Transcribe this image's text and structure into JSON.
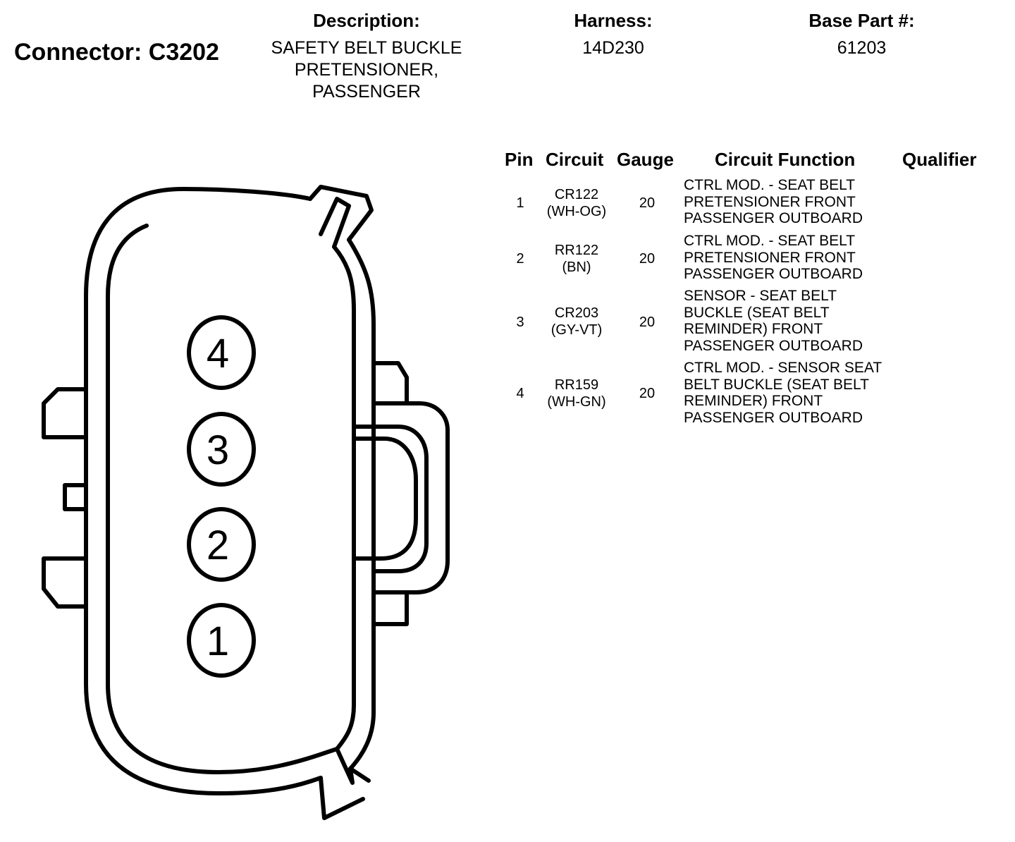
{
  "connector": {
    "title": "Connector: C3202"
  },
  "header": {
    "description_label": "Description:",
    "description_lines": [
      "SAFETY BELT BUCKLE",
      "PRETENSIONER,",
      "PASSENGER"
    ],
    "harness_label": "Harness:",
    "harness_value": "14D230",
    "base_part_label": "Base Part #:",
    "base_part_value": "61203"
  },
  "table": {
    "headers": {
      "pin": "Pin",
      "circuit": "Circuit",
      "gauge": "Gauge",
      "function": "Circuit Function",
      "qualifier": "Qualifier"
    },
    "rows": [
      {
        "pin": "1",
        "circuit": "CR122",
        "color": "(WH-OG)",
        "gauge": "20",
        "function": [
          "CTRL MOD. - SEAT BELT",
          "PRETENSIONER FRONT",
          "PASSENGER OUTBOARD"
        ],
        "qualifier": ""
      },
      {
        "pin": "2",
        "circuit": "RR122",
        "color": "(BN)",
        "gauge": "20",
        "function": [
          "CTRL MOD. - SEAT BELT",
          "PRETENSIONER FRONT",
          "PASSENGER OUTBOARD"
        ],
        "qualifier": ""
      },
      {
        "pin": "3",
        "circuit": "CR203",
        "color": "(GY-VT)",
        "gauge": "20",
        "function": [
          "SENSOR - SEAT BELT",
          "BUCKLE (SEAT BELT",
          "REMINDER) FRONT",
          "PASSENGER OUTBOARD"
        ],
        "qualifier": ""
      },
      {
        "pin": "4",
        "circuit": "RR159",
        "color": "(WH-GN)",
        "gauge": "20",
        "function": [
          "CTRL MOD. - SENSOR SEAT",
          "BELT BUCKLE (SEAT BELT",
          "REMINDER) FRONT",
          "PASSENGER OUTBOARD"
        ],
        "qualifier": ""
      }
    ]
  },
  "diagram": {
    "pin_labels": [
      "4",
      "3",
      "2",
      "1"
    ]
  }
}
